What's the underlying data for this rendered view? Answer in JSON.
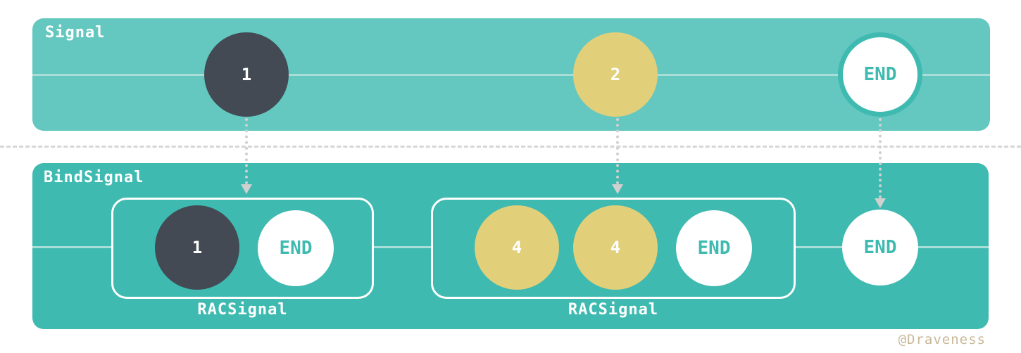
{
  "signal": {
    "title": "Signal",
    "events": [
      {
        "label": "1",
        "kind": "value",
        "color": "#434a53"
      },
      {
        "label": "2",
        "kind": "value",
        "color": "#e1cf7a"
      },
      {
        "label": "END",
        "kind": "completion"
      }
    ]
  },
  "bind_signal": {
    "title": "BindSignal",
    "groups": [
      {
        "label": "RACSignal",
        "events": [
          "1",
          "END"
        ]
      },
      {
        "label": "RACSignal",
        "events": [
          "4",
          "4",
          "END"
        ]
      }
    ],
    "final_event": "END"
  },
  "watermark": "@Draveness",
  "colors": {
    "signal_panel": "#64c8c0",
    "bind_panel": "#3ebab0",
    "dark_node": "#434a53",
    "gold_node": "#e1cf7a",
    "arrow": "#d0d0d0"
  }
}
